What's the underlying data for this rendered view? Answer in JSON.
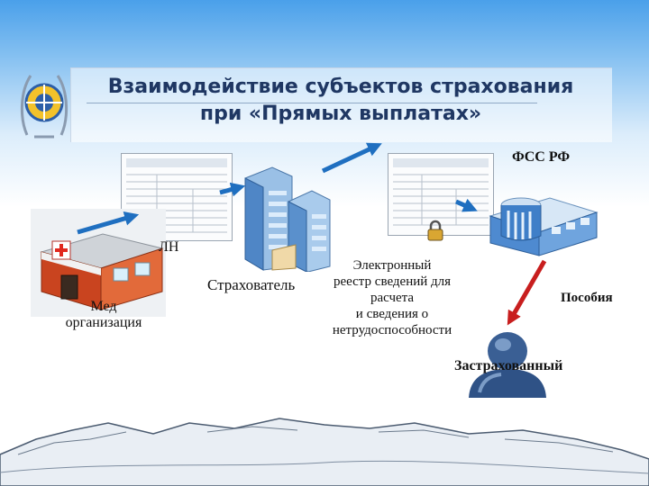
{
  "title": {
    "line1": "Взаимодействие субъектов страхования",
    "line2": "при «Прямых выплатах»"
  },
  "nodes": {
    "fss": "ФСС РФ",
    "ln": "ЛН",
    "med_line1": "Мед",
    "med_line2": "организация",
    "insurer": "Страхователь",
    "benefits": "Пособия",
    "insured": "Застрахованный"
  },
  "registry": {
    "line1": "Электронный",
    "line2": "реестр сведений для",
    "line3": "расчета",
    "line4": "и сведения о",
    "line5": "нетрудоспособности"
  },
  "icons": [
    "fss-emblem-icon",
    "sick-leave-form-icon",
    "hospital-building-icon",
    "office-buildings-icon",
    "lock-icon",
    "fss-building-icon",
    "person-icon",
    "mountains-decoration"
  ],
  "colors": {
    "title": "#1f3763",
    "arrow_blue": "#1f6fc0",
    "arrow_red": "#c81e1e",
    "building_blue": "#3f7fc8",
    "hospital_red": "#d8402a"
  }
}
